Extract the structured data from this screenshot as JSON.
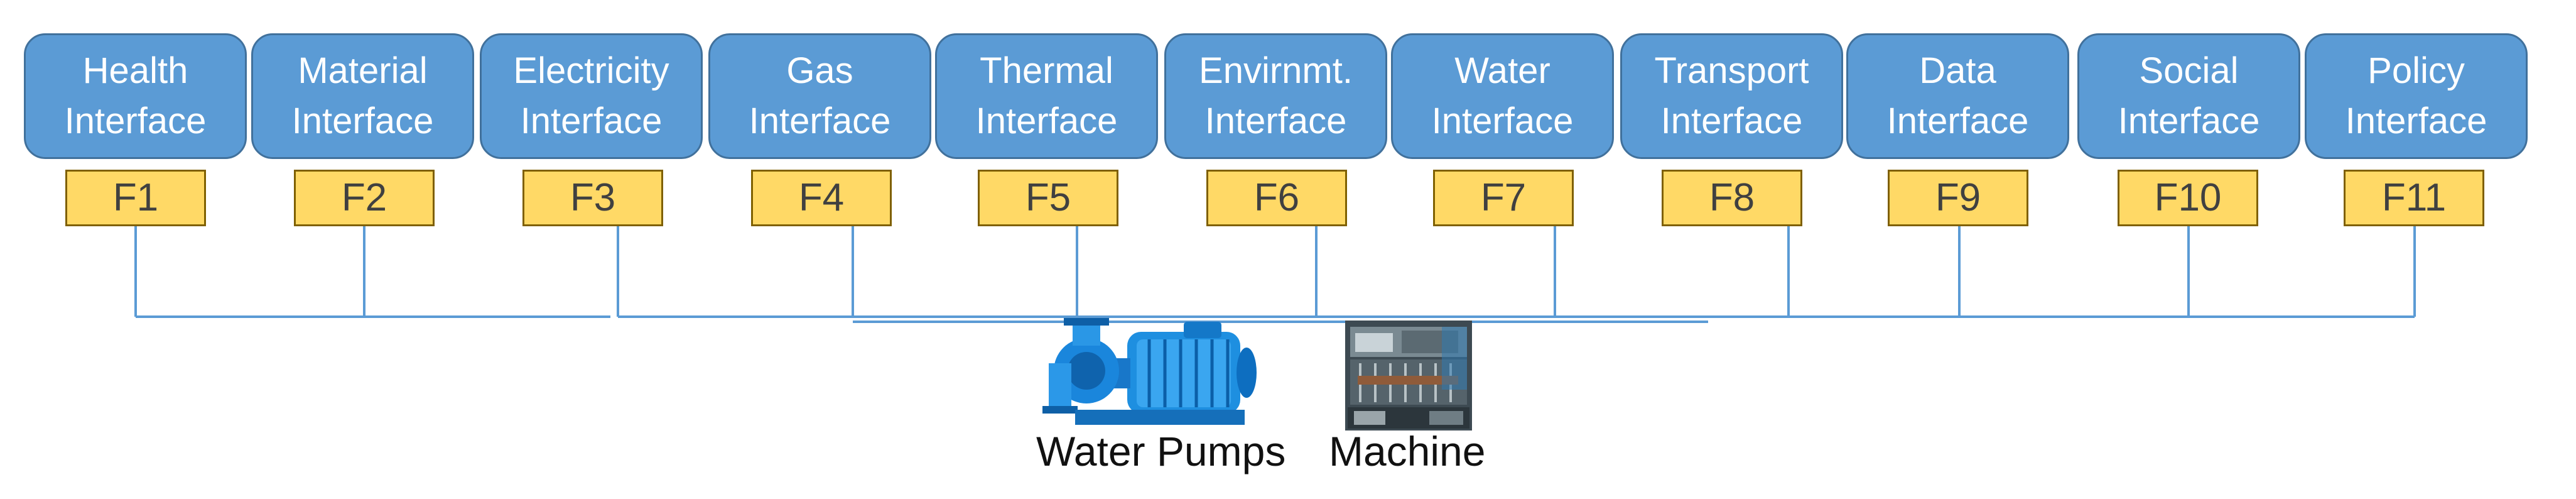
{
  "interfaces": [
    {
      "line1": "Health",
      "line2": "Interface",
      "f": "F1"
    },
    {
      "line1": "Material",
      "line2": "Interface",
      "f": "F2"
    },
    {
      "line1": "Electricity",
      "line2": "Interface",
      "f": "F3"
    },
    {
      "line1": "Gas",
      "line2": "Interface",
      "f": "F4"
    },
    {
      "line1": "Thermal",
      "line2": "Interface",
      "f": "F5"
    },
    {
      "line1": "Envirnmt.",
      "line2": "Interface",
      "f": "F6"
    },
    {
      "line1": "Water",
      "line2": "Interface",
      "f": "F7"
    },
    {
      "line1": "Transport",
      "line2": "Interface",
      "f": "F8"
    },
    {
      "line1": "Data",
      "line2": "Interface",
      "f": "F9"
    },
    {
      "line1": "Social",
      "line2": "Interface",
      "f": "F10"
    },
    {
      "line1": "Policy",
      "line2": "Interface",
      "f": "F11"
    }
  ],
  "devices": {
    "pump_label": "Water Pumps",
    "machine_label": "Machine"
  },
  "colors": {
    "interface_fill": "#5b9bd5",
    "interface_border": "#41719c",
    "function_fill": "#ffd966",
    "connector": "#5b9bd5"
  },
  "icons": {
    "pump": "water-pump-icon",
    "machine": "machine-icon"
  }
}
